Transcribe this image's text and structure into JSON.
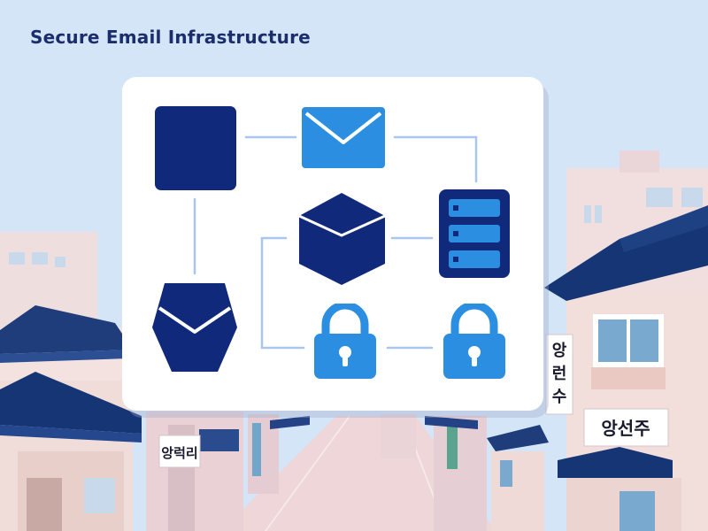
{
  "header": {
    "title": "Secure Email Infrastructure"
  },
  "signs": {
    "left": "앙럭리",
    "vertical_top": "앙",
    "vertical_mid": "런",
    "vertical_bottom": "수",
    "right": "앙선주"
  },
  "diagram": {
    "nodes": [
      {
        "id": "square",
        "icon": "square-block-icon"
      },
      {
        "id": "mail",
        "icon": "envelope-icon"
      },
      {
        "id": "package",
        "icon": "box-icon"
      },
      {
        "id": "server",
        "icon": "server-icon"
      },
      {
        "id": "inbox",
        "icon": "inbox-tray-icon"
      },
      {
        "id": "lock-left",
        "icon": "padlock-icon"
      },
      {
        "id": "lock-right",
        "icon": "padlock-icon"
      }
    ]
  },
  "colors": {
    "navy": "#10297a",
    "blue": "#2b8ee0",
    "connector": "#a9c7ea",
    "sky": "#cfe3f6"
  }
}
